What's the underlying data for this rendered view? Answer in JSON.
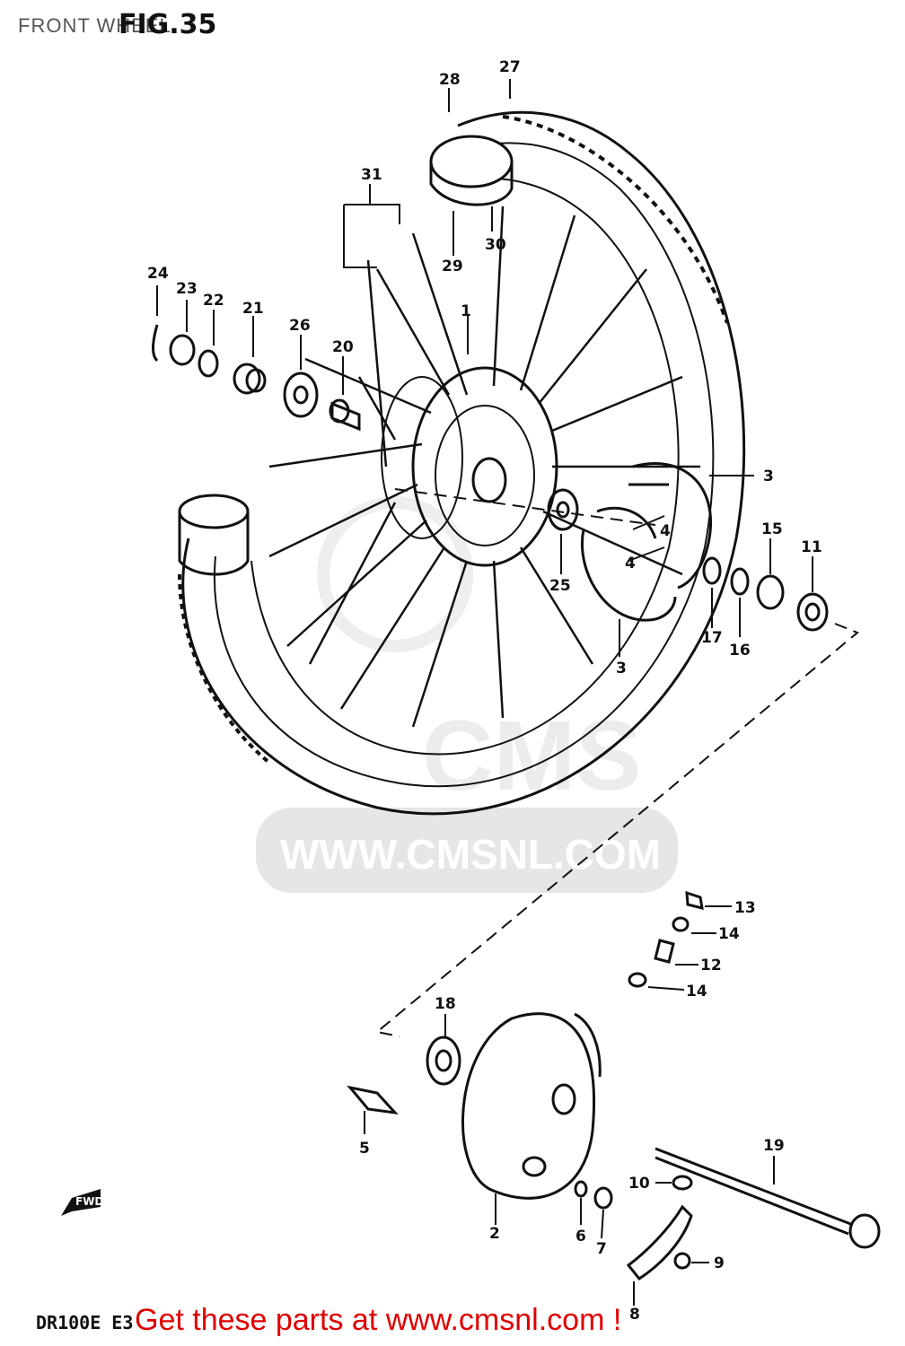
{
  "header": {
    "section_title": "FRONT WHEEL",
    "figure_label": "FIG.35"
  },
  "footer": {
    "model_code": "DR100E E3",
    "banner": "Get these parts at www.cmsnl.com !"
  },
  "watermark": {
    "brand": "CMS",
    "url": "WWW.CMSNL.COM"
  },
  "direction_arrow": "FWD",
  "colors": {
    "line": "#111111",
    "banner_text": "#e00000",
    "watermark": "#e6e6e6"
  },
  "callouts": {
    "c1": "1",
    "c2": "2",
    "c3a": "3",
    "c3b": "3",
    "c4a": "4",
    "c4b": "4",
    "c5": "5",
    "c6": "6",
    "c7": "7",
    "c8": "8",
    "c9": "9",
    "c10": "10",
    "c11": "11",
    "c12": "12",
    "c13": "13",
    "c14a": "14",
    "c14b": "14",
    "c15": "15",
    "c16": "16",
    "c17": "17",
    "c18": "18",
    "c19": "19",
    "c20": "20",
    "c21": "21",
    "c22": "22",
    "c23": "23",
    "c24": "24",
    "c25": "25",
    "c26": "26",
    "c27": "27",
    "c28": "28",
    "c29": "29",
    "c30": "30",
    "c31": "31"
  }
}
